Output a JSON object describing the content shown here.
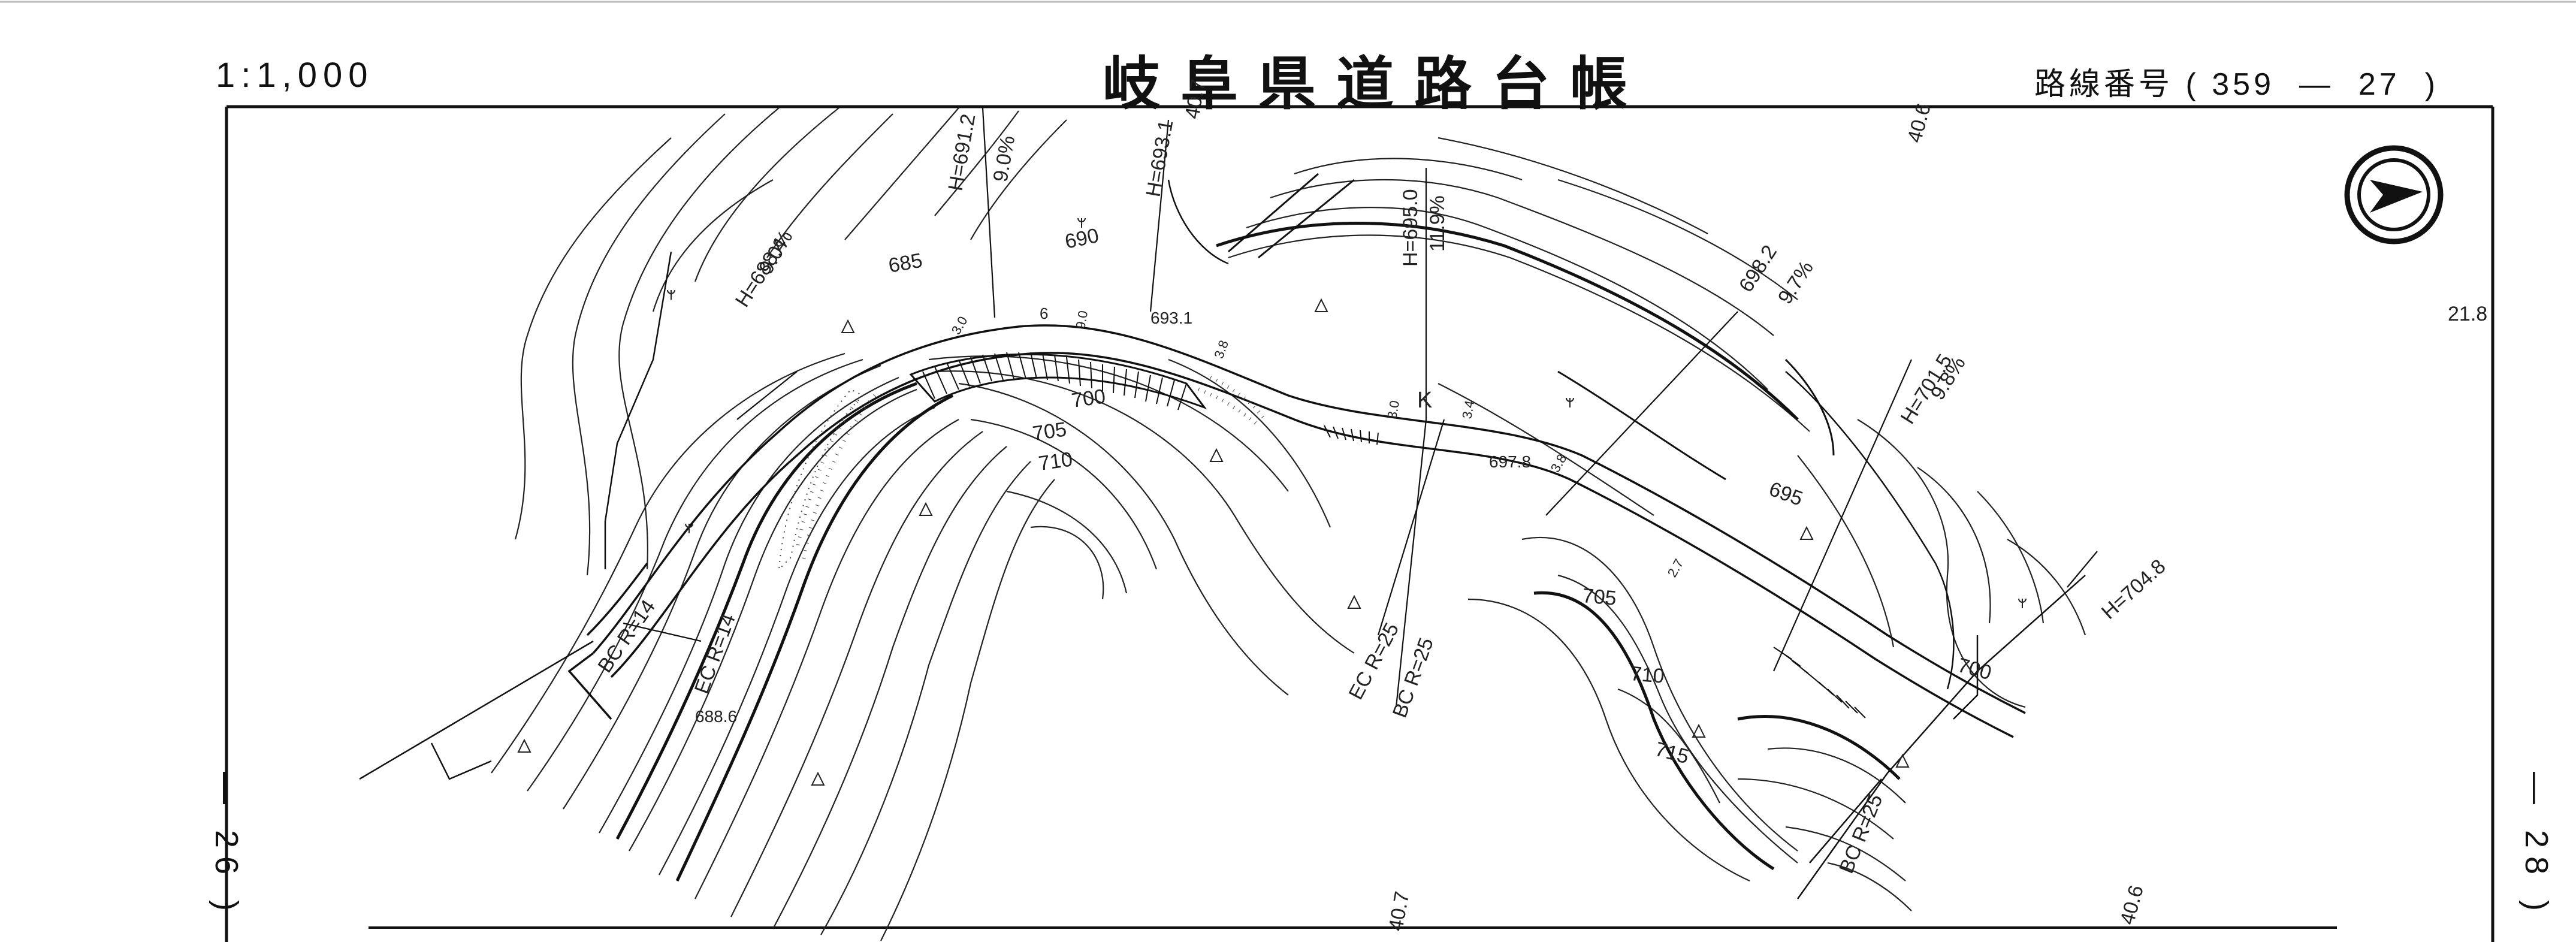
{
  "header": {
    "scale": "1:1,000",
    "title": "岐阜県道路台帳",
    "route_label": "路線番号",
    "route_open": "(",
    "route_major": "359",
    "route_dash": "—",
    "route_minor": "27",
    "route_close": ")"
  },
  "side_marks": {
    "left": "— 26 )",
    "right": "— 28 )"
  },
  "north_arrow": {
    "icon": "north-arrow-icon"
  },
  "map": {
    "contour_labels": [
      "685",
      "690",
      "693.1",
      "700",
      "705",
      "710",
      "695",
      "700",
      "705",
      "710",
      "715"
    ],
    "heights": [
      "H=691.2",
      "H=693.1",
      "H=695.0",
      "H=688.4",
      "H=701.5",
      "H=704.8",
      "698.2",
      "697.8",
      "688.6"
    ],
    "grades": [
      "9.0%",
      "9.0%",
      "11.9%",
      "9.7%",
      "9.8%"
    ],
    "curve_labels": [
      "BC R=14",
      "EC R=14",
      "EC R=25",
      "BC R=25",
      "BC R=25"
    ],
    "edge_values": [
      "40.7",
      "40.6",
      "21.8",
      "40.7",
      "40.6"
    ],
    "point_mark": "K",
    "small_text": [
      "6",
      "9.0",
      "3.0",
      "3.4",
      "3.0",
      "2.7",
      "3.8",
      "3.8"
    ]
  }
}
